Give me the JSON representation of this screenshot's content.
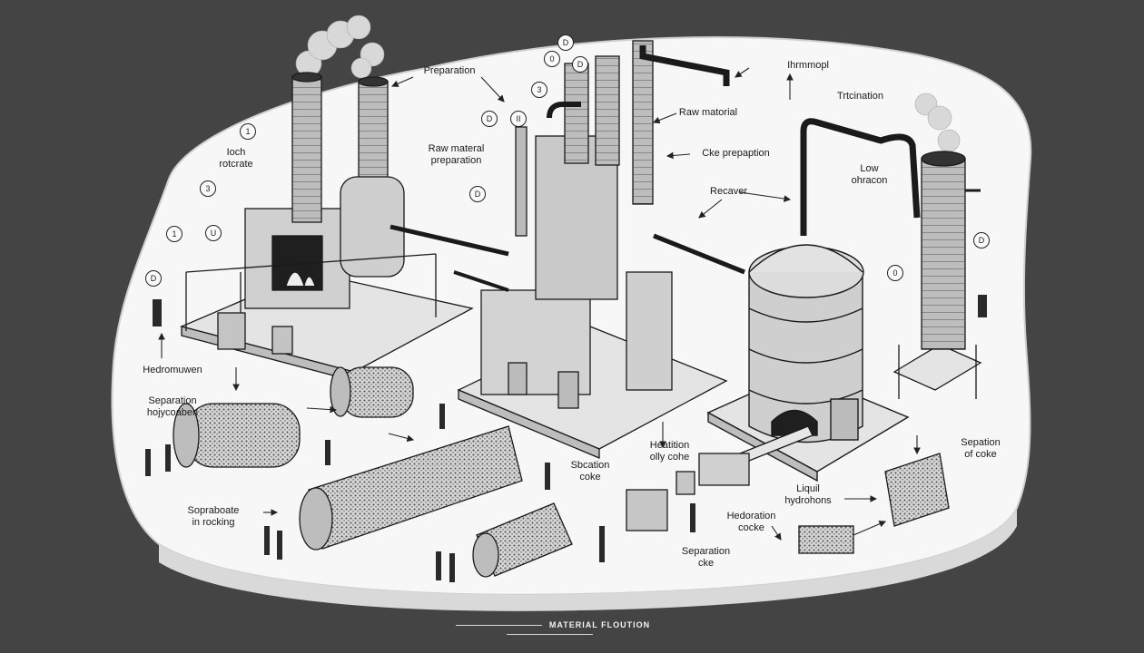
{
  "labels": {
    "preparation": "Preparation",
    "thermal": "Ihrmmopl",
    "triturbation": "Trtcination",
    "raw_material": "Raw matorial",
    "raw_material_preparation": "Raw materal\npreparation",
    "coke_preparation": "Cke prepaption",
    "recover": "Recaver",
    "low_carbon": "Low\nohracon",
    "loch_rotorate": "Ioch\nrotcrate",
    "hedromuwen": "Hedromuwen",
    "separation_hydrocarbon": "Separation\nhojycoaben",
    "sopraboate_in_rocking": "Sopraboate\nin rocking",
    "separation_coke_center": "Sbcation\ncoke",
    "heatition_oily_coke": "Heatition\nolly cohe",
    "hedoration_cocke": "Hedoration\ncocke",
    "separation_cke_bottom": "Separation\ncke",
    "liquid_hydrocarbons": "Liquil\nhydrohons",
    "separation_of_coke": "Sepation\nof coke"
  },
  "markers": {
    "m1": "1",
    "m2": "3",
    "m3": "1",
    "m4": "D",
    "m5": "D",
    "m6": "0",
    "m7": "D",
    "m8": "3",
    "m9": "II",
    "m10": "D",
    "m11": "D",
    "m12": "U",
    "m13": "D",
    "m14": "0"
  },
  "footer": "MATERIAL FLOUTION",
  "colors": {
    "background": "#444444",
    "platform": "#f7f7f7",
    "ink": "#1a1a1a"
  }
}
